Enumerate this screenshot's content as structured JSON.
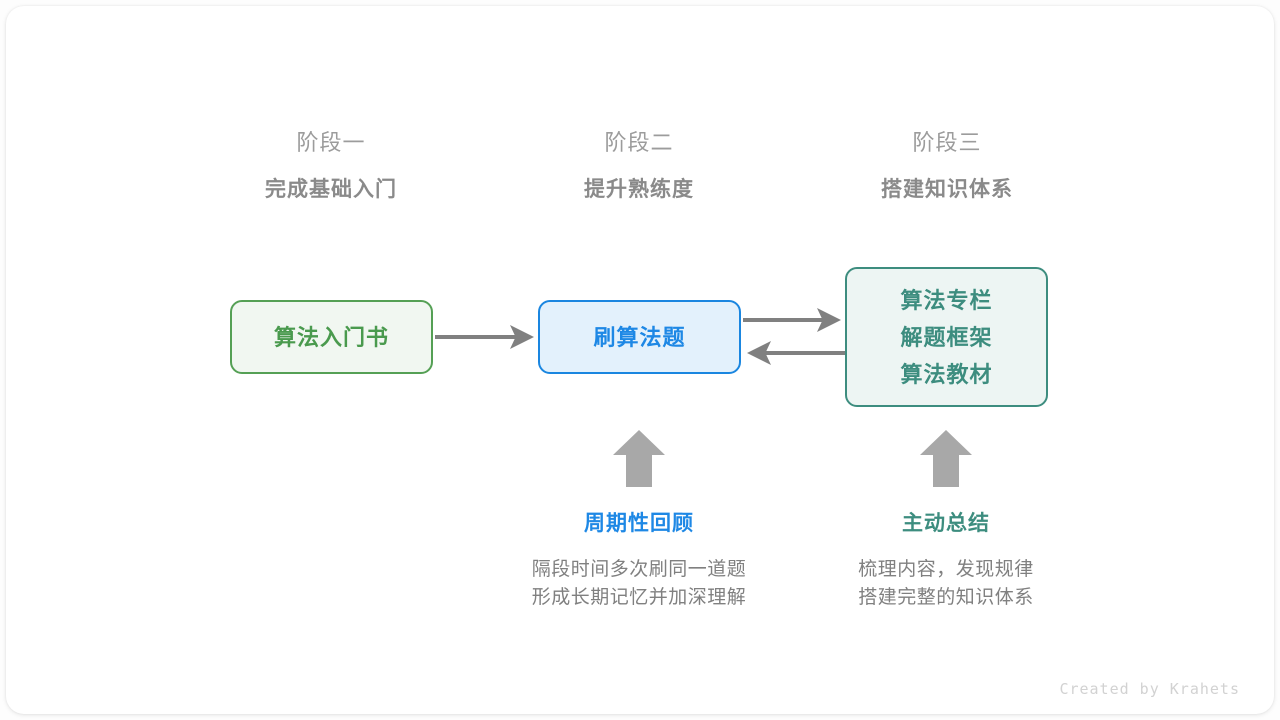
{
  "diagram": {
    "title_footer": "Created by Krahets",
    "colors": {
      "green": "#4a9a4e",
      "blue": "#1e88e5",
      "teal": "#3d8d7f",
      "arrow_gray": "#808080",
      "block_arrow_gray": "#a8a8a8",
      "header_gray": "#9c9c9c",
      "body_gray": "#808080"
    },
    "stages": [
      {
        "name": "阶段一",
        "desc": "完成基础入门"
      },
      {
        "name": "阶段二",
        "desc": "提升熟练度"
      },
      {
        "name": "阶段三",
        "desc": "搭建知识体系"
      }
    ],
    "nodes": [
      {
        "id": "node-1",
        "lines": [
          "算法入门书"
        ],
        "color": "green"
      },
      {
        "id": "node-2",
        "lines": [
          "刷算法题"
        ],
        "color": "blue"
      },
      {
        "id": "node-3",
        "lines": [
          "算法专栏",
          "解题框架",
          "算法教材"
        ],
        "color": "teal"
      }
    ],
    "annotations": [
      {
        "title": "周期性回顾",
        "color": "blue",
        "body": [
          "隔段时间多次刷同一道题",
          "形成长期记忆并加深理解"
        ]
      },
      {
        "title": "主动总结",
        "color": "teal",
        "body": [
          "梳理内容，发现规律",
          "搭建完整的知识体系"
        ]
      }
    ]
  }
}
